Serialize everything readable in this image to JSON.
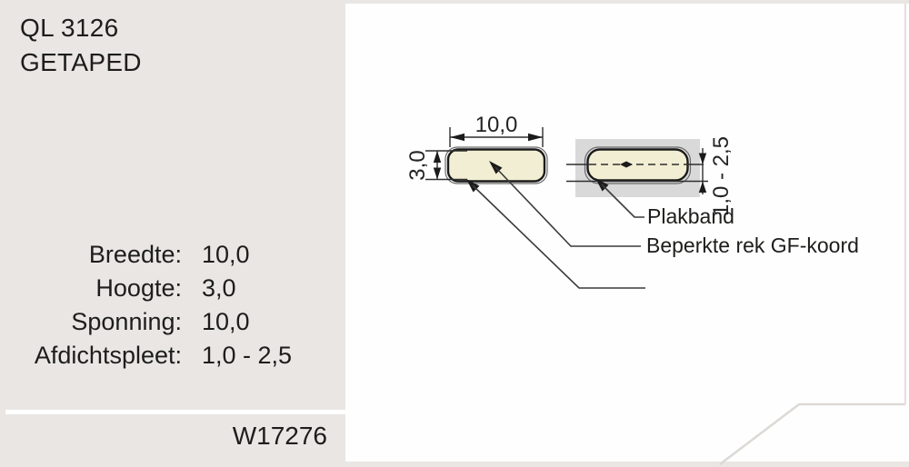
{
  "header": {
    "product_code": "QL 3126",
    "product_variant": "GETAPED"
  },
  "specs": {
    "rows": [
      {
        "label": "Breedte:",
        "value": "10,0"
      },
      {
        "label": "Hoogte:",
        "value": "3,0"
      },
      {
        "label": "Sponning:",
        "value": "10,0"
      },
      {
        "label": "Afdichtspleet:",
        "value": "1,0 - 2,5"
      }
    ]
  },
  "footer": {
    "part_number": "W17276"
  },
  "diagram": {
    "front_view": {
      "width_dim": "10,0",
      "height_dim": "3,0"
    },
    "installed_view": {
      "gap_dim": "1,0 - 2,5"
    },
    "labels": {
      "tape": "Plakband",
      "cord": "Beperkte rek GF-koord"
    }
  },
  "colors": {
    "panel_gray": "#e9e6e3",
    "profile_cream": "#f2eed3",
    "rebate_gray": "#d9d9d9",
    "outline_dark": "#1b1b1b"
  }
}
